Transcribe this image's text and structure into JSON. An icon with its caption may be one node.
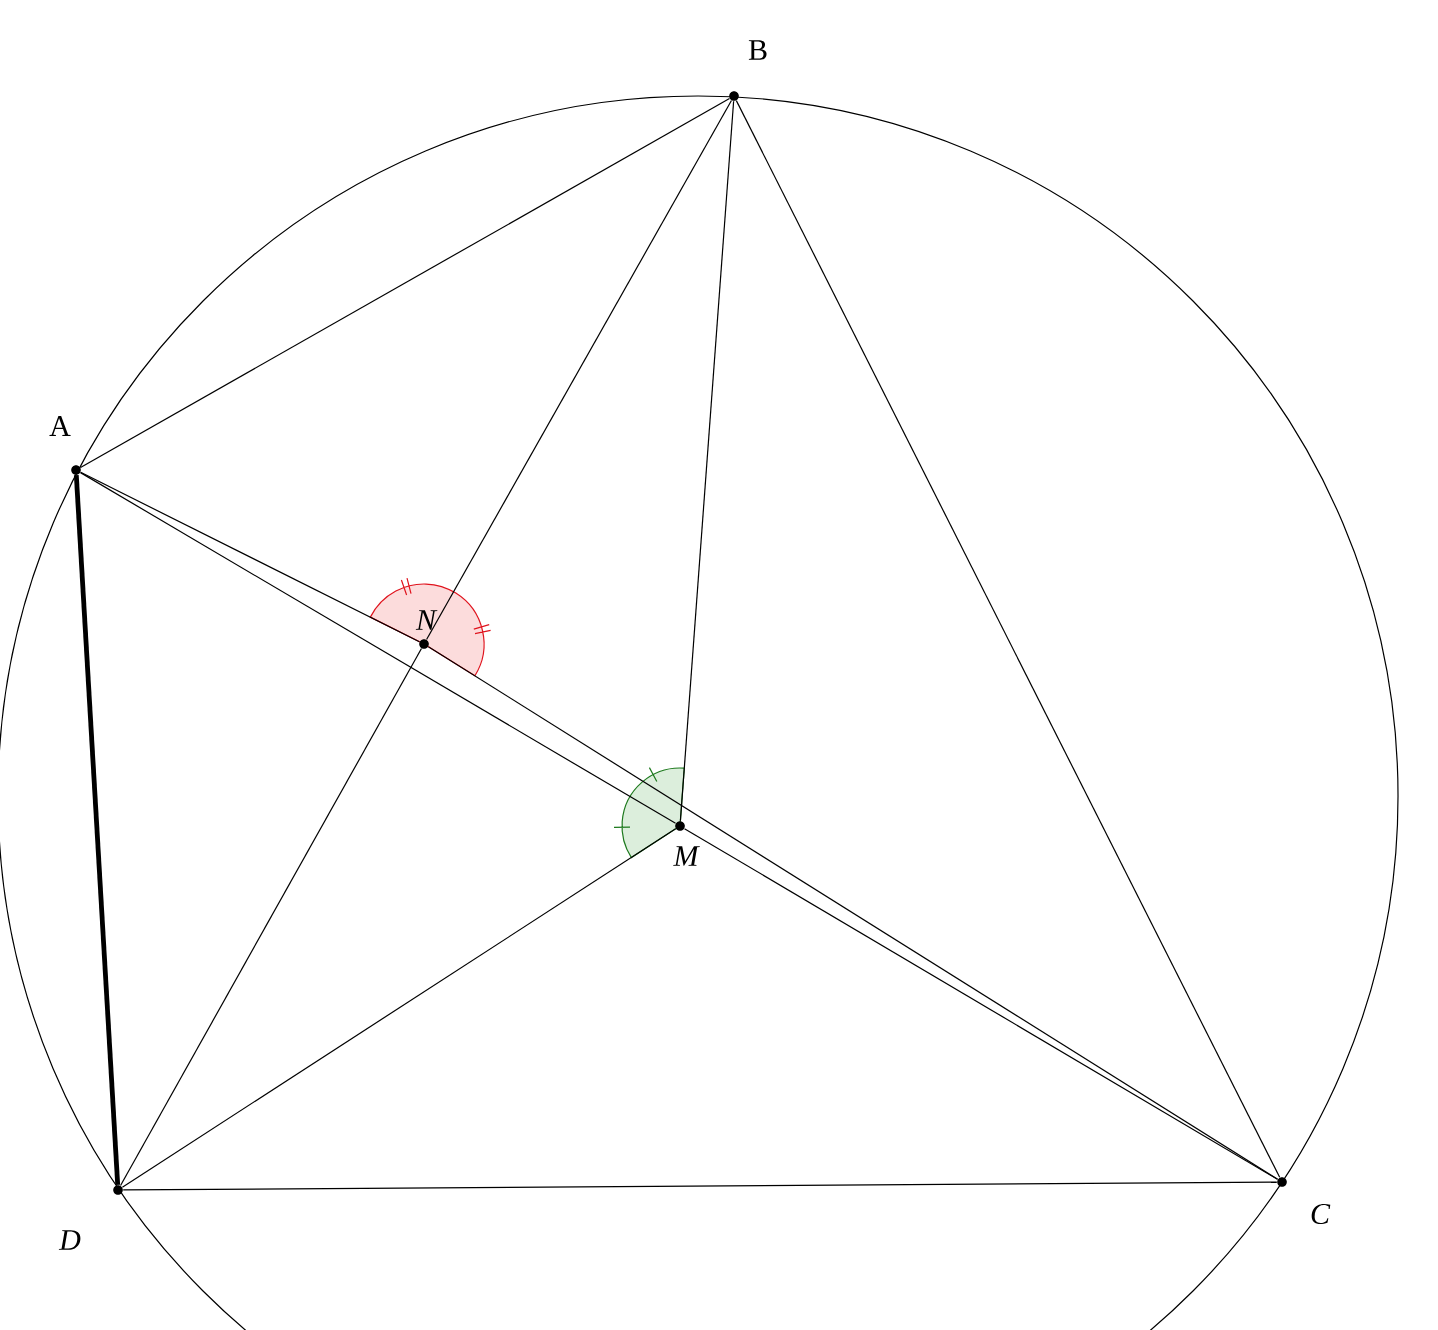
{
  "diagram": {
    "nodes": [
      {
        "text": [],
        "shape": "circle",
        "beside": [
          "B"
        ]
      },
      {
        "text": [],
        "shape": "circle",
        "beside": [
          "A"
        ]
      },
      {
        "text": [],
        "shape": "circle",
        "beside": [
          "N"
        ]
      },
      {
        "text": [],
        "shape": "circle",
        "beside": [
          "M"
        ]
      },
      {
        "text": [],
        "shape": "circle",
        "beside": [
          "C"
        ]
      },
      {
        "text": [],
        "shape": "circle",
        "beside": [
          "D"
        ]
      }
    ],
    "edges": [
      {
        "from": 1,
        "to": 0,
        "arrow": "none"
      },
      {
        "from": 0,
        "to": 4,
        "arrow": "none"
      },
      {
        "from": 5,
        "to": 4,
        "arrow": "none"
      },
      {
        "from": 1,
        "to": 5,
        "arrow": "none",
        "style": "thick"
      },
      {
        "from": 1,
        "to": 2,
        "arrow": "none"
      },
      {
        "from": 2,
        "to": 4,
        "arrow": "none"
      },
      {
        "from": 1,
        "to": 3,
        "arrow": "none"
      },
      {
        "from": 3,
        "to": 4,
        "arrow": "none"
      },
      {
        "from": 0,
        "to": 2,
        "arrow": "none"
      },
      {
        "from": 2,
        "to": 5,
        "arrow": "none"
      },
      {
        "from": 0,
        "to": 3,
        "arrow": "none"
      },
      {
        "from": 3,
        "to": 5,
        "arrow": "none"
      }
    ]
  }
}
